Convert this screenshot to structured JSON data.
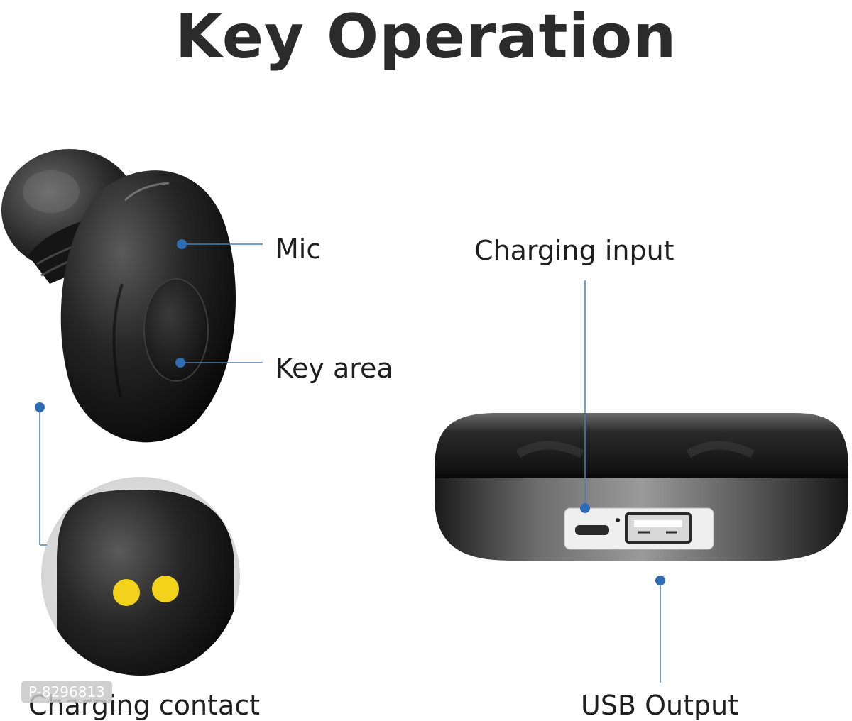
{
  "title": "Key Operation",
  "labels": {
    "mic": "Mic",
    "key_area": "Key area",
    "charging_input": "Charging input",
    "charging_contact": "Charging contact",
    "usb_output": "USB Output"
  },
  "watermark": "P-8296813",
  "colors": {
    "pointer_dot": "#2e6db4",
    "pointer_line": "#4a7fb5",
    "earbud_body": "#1c1c1c",
    "contact_pads": "#f2d21b",
    "title_text": "#2b2b2b"
  }
}
